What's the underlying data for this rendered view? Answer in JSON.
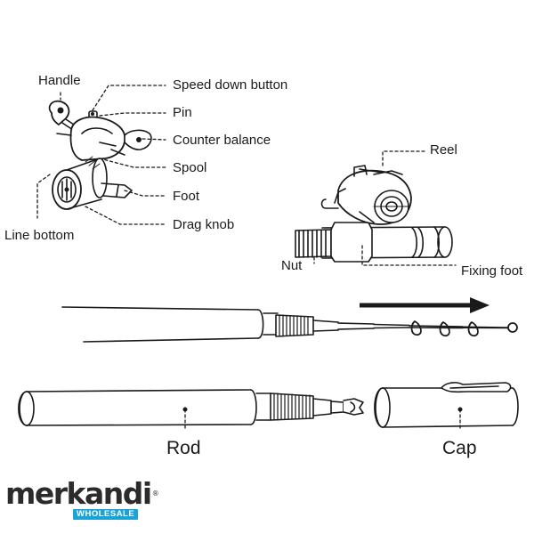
{
  "reel_labels": {
    "handle": "Handle",
    "speed_down_button": "Speed down button",
    "pin": "Pin",
    "counter_balance": "Counter balance",
    "spool": "Spool",
    "foot": "Foot",
    "drag_knob": "Drag knob",
    "line_bottom": "Line bottom"
  },
  "assembly_labels": {
    "reel": "Reel",
    "nut": "Nut",
    "fixing_foot": "Fixing foot"
  },
  "rod_labels": {
    "rod": "Rod",
    "cap": "Cap"
  },
  "logo": {
    "brand": "merkandi",
    "badge": "WHOLESALE",
    "brand_color": "#2b2b2b",
    "badge_color": "#1aa3d9"
  }
}
